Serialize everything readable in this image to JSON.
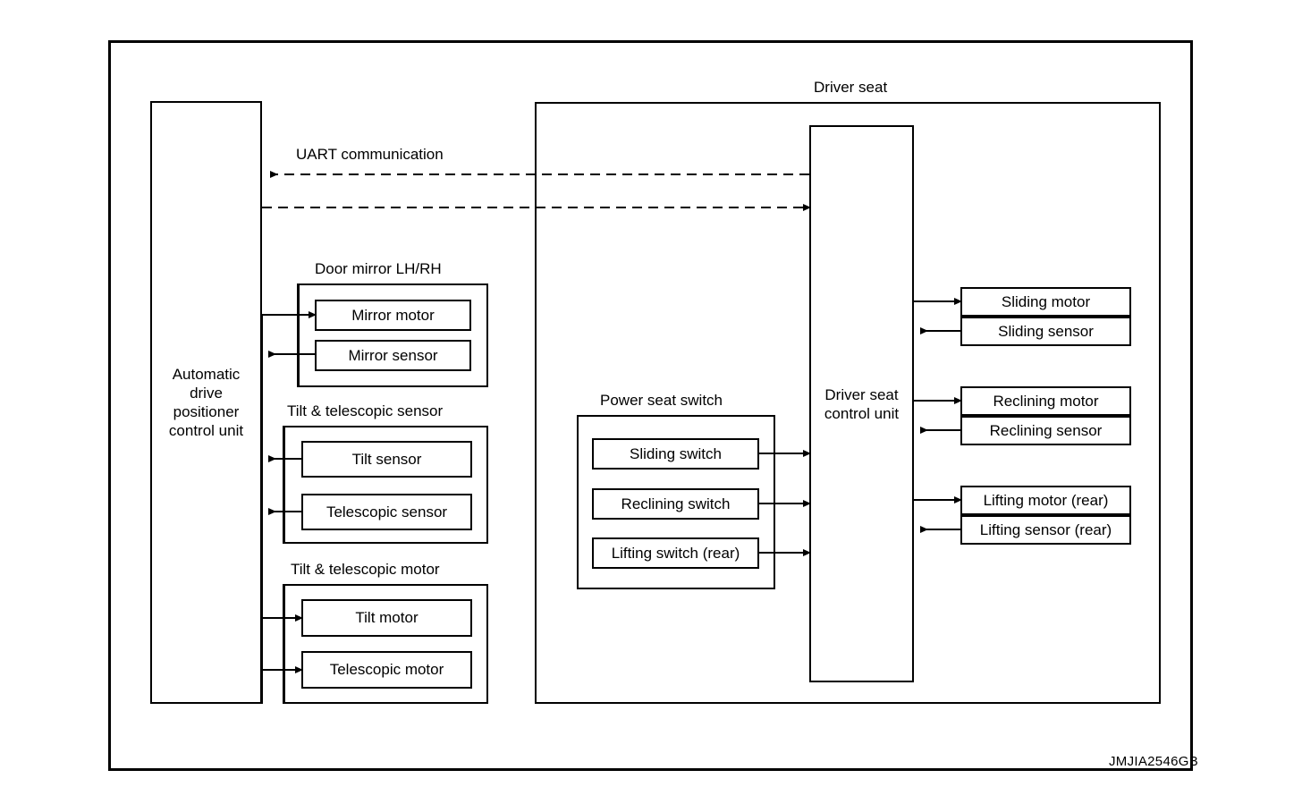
{
  "diagram": {
    "code_label": "JMJIA2546GB",
    "uart_label": "UART communication",
    "driver_seat_label": "Driver seat",
    "left_unit": "Automatic\ndrive\npositioner\ncontrol unit",
    "right_unit": "Driver seat\ncontrol unit",
    "groups": {
      "door_mirror": {
        "title": "Door mirror LH/RH",
        "items": [
          {
            "label": "Mirror motor",
            "direction": "to-device"
          },
          {
            "label": "Mirror sensor",
            "direction": "to-unit"
          }
        ]
      },
      "tilt_telescopic_sensor": {
        "title": "Tilt & telescopic sensor",
        "items": [
          {
            "label": "Tilt sensor",
            "direction": "to-unit"
          },
          {
            "label": "Telescopic sensor",
            "direction": "to-unit"
          }
        ]
      },
      "tilt_telescopic_motor": {
        "title": "Tilt & telescopic motor",
        "items": [
          {
            "label": "Tilt motor",
            "direction": "to-device"
          },
          {
            "label": "Telescopic motor",
            "direction": "to-device"
          }
        ]
      },
      "power_seat_switch": {
        "title": "Power seat switch",
        "items": [
          {
            "label": "Sliding switch",
            "direction": "to-unit"
          },
          {
            "label": "Reclining switch",
            "direction": "to-unit"
          },
          {
            "label": "Lifting switch (rear)",
            "direction": "to-unit"
          }
        ]
      },
      "sliding": {
        "items": [
          {
            "label": "Sliding motor",
            "direction": "to-device"
          },
          {
            "label": "Sliding sensor",
            "direction": "to-unit"
          }
        ]
      },
      "reclining": {
        "items": [
          {
            "label": "Reclining motor",
            "direction": "to-device"
          },
          {
            "label": "Reclining sensor",
            "direction": "to-unit"
          }
        ]
      },
      "lifting_rear": {
        "items": [
          {
            "label": "Lifting motor (rear)",
            "direction": "to-device"
          },
          {
            "label": "Lifting sensor (rear)",
            "direction": "to-unit"
          }
        ]
      }
    },
    "colors": {
      "line": "#000000",
      "background": "#ffffff"
    }
  }
}
